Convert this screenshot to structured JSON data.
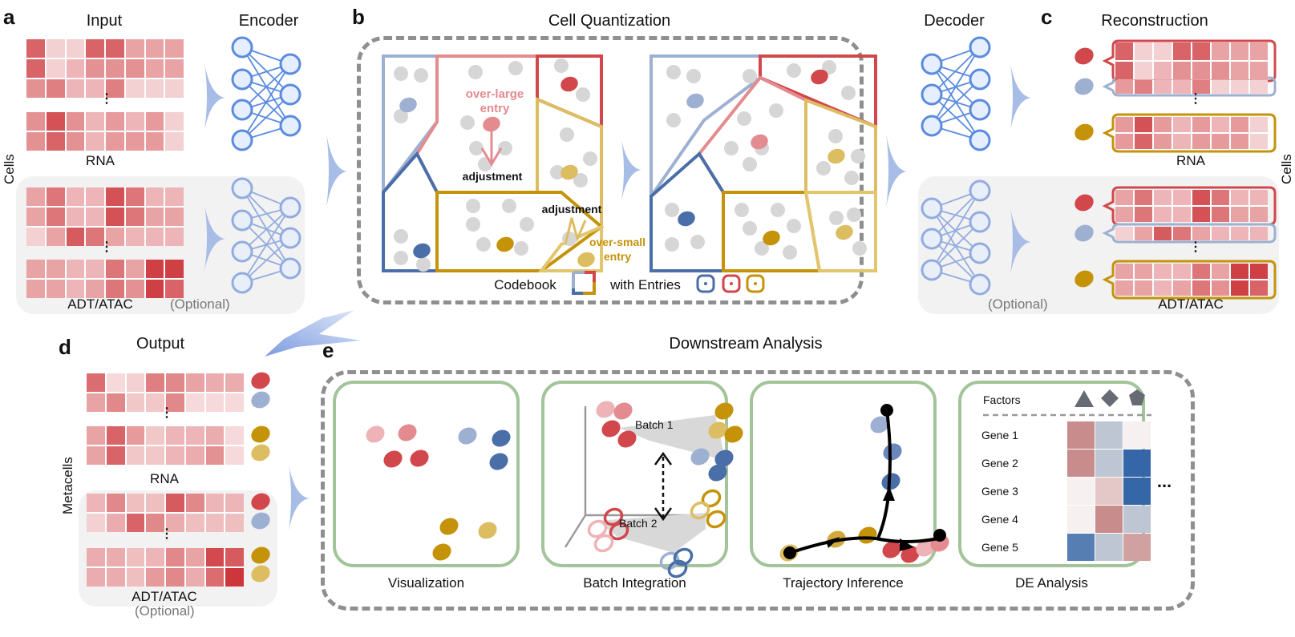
{
  "panels": {
    "a": {
      "letter": "a",
      "title": "Input",
      "encoder_title": "Encoder",
      "rna_label": "RNA",
      "adt_label": "ADT/ATAC",
      "optional_label": "(Optional)",
      "axis_label": "Cells"
    },
    "b": {
      "letter": "b",
      "title": "Cell Quantization",
      "over_large": "over-large\nentry",
      "over_large_1": "over-large",
      "over_large_2": "entry",
      "adjustment": "adjustment",
      "over_small_1": "over-small",
      "over_small_2": "entry",
      "codebook_label": "Codebook",
      "entries_label": "with Entries"
    },
    "c": {
      "letter": "c",
      "title": "Reconstruction",
      "decoder_title": "Decoder",
      "rna_label": "RNA",
      "adt_label": "ADT/ATAC",
      "optional_label": "(Optional)",
      "axis_label": "Cells"
    },
    "d": {
      "letter": "d",
      "title": "Output",
      "rna_label": "RNA",
      "adt_label": "ADT/ATAC",
      "optional_label": "(Optional)",
      "axis_label": "Metacells"
    },
    "e": {
      "letter": "e",
      "title": "Downstream Analysis",
      "subpanels": [
        {
          "caption": "Visualization"
        },
        {
          "caption": "Batch Integration",
          "batch1": "Batch 1",
          "batch2": "Batch 2"
        },
        {
          "caption": "Trajectory Inference"
        },
        {
          "caption": "DE Analysis",
          "factors_label": "Factors",
          "genes": [
            "Gene 1",
            "Gene 2",
            "Gene 3",
            "Gene 4",
            "Gene 5"
          ],
          "factor_icons": [
            "triangle-icon",
            "diamond-icon",
            "pentagon-icon"
          ]
        }
      ],
      "more": "..."
    }
  },
  "colors": {
    "red": "#d2474b",
    "light_red": "#e48b90",
    "pale_red": "#eeb3b6",
    "blue": "#4a6ea8",
    "light_blue": "#9db0d1",
    "gold": "#c4930a",
    "light_gold": "#dcbd62",
    "panel_green": "#a3c49a",
    "dash_gray": "#8f8f8f",
    "arrow_blue": "#8eaadf",
    "gray_dot": "#d6d6d6"
  },
  "heatmaps": {
    "a_rna_top": [
      [
        0.75,
        0.15,
        0.15,
        0.75,
        0.75,
        0.4,
        0.4,
        0.4
      ],
      [
        0.75,
        0.15,
        0.3,
        0.5,
        0.5,
        0.5,
        0.4,
        0.4
      ],
      [
        0.5,
        0.6,
        0.3,
        0.3,
        0.6,
        0.15,
        0.15,
        0.15
      ]
    ],
    "a_rna_bot": [
      [
        0.5,
        0.85,
        0.5,
        0.3,
        0.45,
        0.3,
        0.45,
        0.15
      ],
      [
        0.5,
        0.75,
        0.5,
        0.3,
        0.45,
        0.45,
        0.45,
        0.15
      ]
    ],
    "a_adt_top": [
      [
        0.4,
        0.65,
        0.3,
        0.3,
        0.85,
        0.65,
        0.3,
        0.3
      ],
      [
        0.4,
        0.65,
        0.3,
        0.3,
        0.85,
        0.65,
        0.4,
        0.4
      ],
      [
        0.15,
        0.4,
        0.8,
        0.65,
        0.4,
        0.3,
        0.3,
        0.3
      ]
    ],
    "a_adt_bot": [
      [
        0.4,
        0.4,
        0.3,
        0.3,
        0.65,
        0.4,
        0.95,
        0.95
      ],
      [
        0.4,
        0.4,
        0.3,
        0.4,
        0.65,
        0.5,
        0.95,
        0.75
      ]
    ],
    "c_rna_1": [
      [
        0.75,
        0.15,
        0.15,
        0.75,
        0.75,
        0.4,
        0.4,
        0.4
      ],
      [
        0.75,
        0.15,
        0.3,
        0.5,
        0.5,
        0.5,
        0.4,
        0.4
      ]
    ],
    "c_rna_2": [
      [
        0.45,
        0.6,
        0.3,
        0.3,
        0.6,
        0.15,
        0.15,
        0.15
      ]
    ],
    "c_rna_3": [
      [
        0.45,
        0.85,
        0.45,
        0.3,
        0.45,
        0.3,
        0.45,
        0.15
      ],
      [
        0.45,
        0.75,
        0.45,
        0.3,
        0.45,
        0.45,
        0.45,
        0.15
      ]
    ],
    "c_adt_1": [
      [
        0.4,
        0.65,
        0.3,
        0.3,
        0.85,
        0.65,
        0.3,
        0.3
      ],
      [
        0.4,
        0.65,
        0.3,
        0.3,
        0.85,
        0.65,
        0.4,
        0.4
      ]
    ],
    "c_adt_2": [
      [
        0.15,
        0.4,
        0.8,
        0.65,
        0.4,
        0.3,
        0.3,
        0.3
      ]
    ],
    "c_adt_3": [
      [
        0.4,
        0.4,
        0.3,
        0.3,
        0.65,
        0.4,
        0.95,
        0.95
      ],
      [
        0.4,
        0.4,
        0.3,
        0.4,
        0.65,
        0.5,
        0.95,
        0.75
      ]
    ],
    "d_rna_top": [
      [
        0.7,
        0.1,
        0.15,
        0.6,
        0.55,
        0.4,
        0.35,
        0.35
      ],
      [
        0.4,
        0.55,
        0.2,
        0.2,
        0.55,
        0.1,
        0.1,
        0.1
      ]
    ],
    "d_rna_bot": [
      [
        0.4,
        0.75,
        0.45,
        0.2,
        0.3,
        0.3,
        0.35,
        0.1
      ],
      [
        0.4,
        0.75,
        0.2,
        0.2,
        0.3,
        0.35,
        0.5,
        0.1
      ]
    ],
    "d_adt_top": [
      [
        0.3,
        0.55,
        0.25,
        0.25,
        0.8,
        0.55,
        0.3,
        0.3
      ],
      [
        0.15,
        0.35,
        0.75,
        0.55,
        0.35,
        0.25,
        0.25,
        0.25
      ]
    ],
    "d_adt_bot": [
      [
        0.35,
        0.35,
        0.25,
        0.3,
        0.55,
        0.4,
        0.9,
        0.8
      ],
      [
        0.35,
        0.35,
        0.25,
        0.45,
        0.55,
        0.35,
        0.7,
        1.0
      ]
    ]
  },
  "de_matrix": [
    [
      0.5,
      -0.2,
      0.0
    ],
    [
      0.5,
      -0.2,
      -1.0
    ],
    [
      0.0,
      0.2,
      -1.0
    ],
    [
      0.0,
      0.5,
      -0.2
    ],
    [
      -0.8,
      -0.2,
      0.4
    ]
  ]
}
